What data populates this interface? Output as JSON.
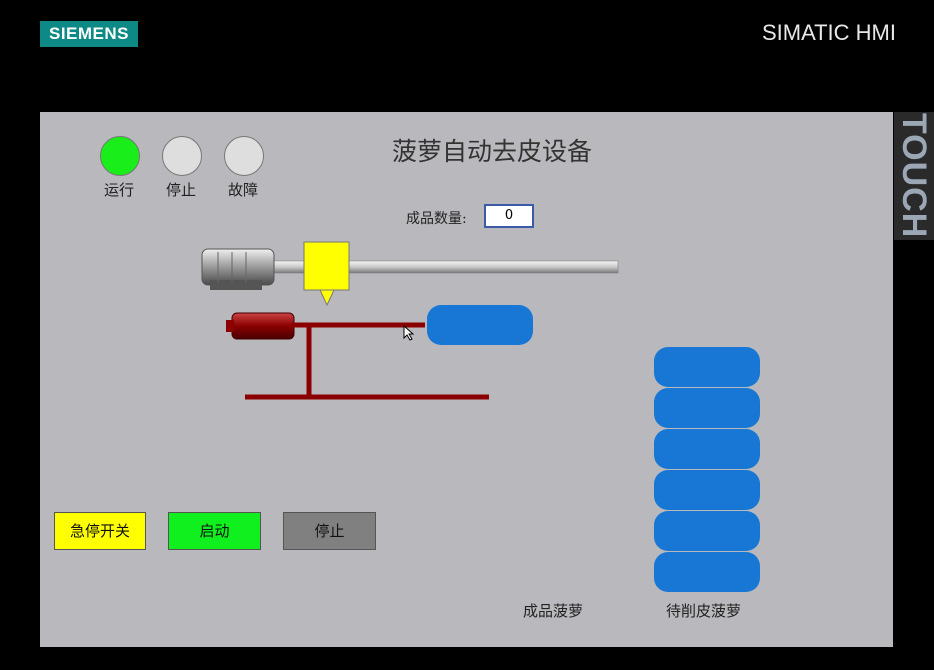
{
  "frame": {
    "brand": "SIEMENS",
    "product": "SIMATIC HMI",
    "side_label": "TOUCH"
  },
  "screen": {
    "title": "菠萝自动去皮设备",
    "indicators": [
      {
        "label": "运行",
        "color": "#1aee1a"
      },
      {
        "label": "停止",
        "color": "#dedede"
      },
      {
        "label": "故障",
        "color": "#dedede"
      }
    ],
    "count": {
      "label": "成品数量:",
      "value": "0"
    },
    "buttons": {
      "estop": {
        "label": "急停开关",
        "color": "#ffff00"
      },
      "start": {
        "label": "启动",
        "color": "#0ff01e"
      },
      "stop": {
        "label": "停止",
        "color": "#808080"
      }
    },
    "finished_label": "成品菠萝",
    "pending_label": "待削皮菠萝",
    "colors": {
      "pineapple": "#1877d4",
      "pipe": "#8b0000",
      "peeler": "#ffff00"
    }
  }
}
